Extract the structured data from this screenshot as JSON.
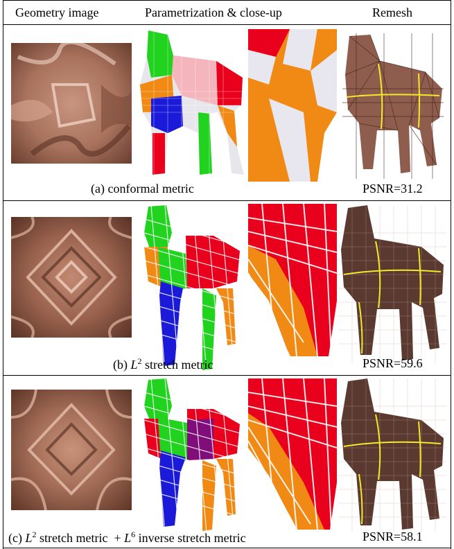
{
  "headers": {
    "col1": "Geometry image",
    "col2": "Parametrization & close-up",
    "col3": "Remesh"
  },
  "rows": [
    {
      "caption_prefix": "(a) conformal metric",
      "psnr": "PSNR=31.2"
    },
    {
      "caption_prefix": "(b)",
      "caption_symbol": "L",
      "caption_exp": "2",
      "caption_rest": "stretch metric",
      "psnr": "PSNR=59.6"
    },
    {
      "caption_prefix": "(c)",
      "caption_symbol": "L",
      "caption_exp": "2",
      "caption_mid": "stretch metric  +",
      "caption_symbol2": "L",
      "caption_exp2": "6",
      "caption_rest": "inverse stretch metric",
      "psnr": "PSNR=58.1"
    }
  ],
  "colors": {
    "copper": "#b07a62",
    "chart_red": "#e8001c",
    "chart_green": "#21d21f",
    "chart_blue": "#1a1ad8",
    "chart_orange": "#f08a14",
    "remesh_line": "#f2ea2a"
  }
}
